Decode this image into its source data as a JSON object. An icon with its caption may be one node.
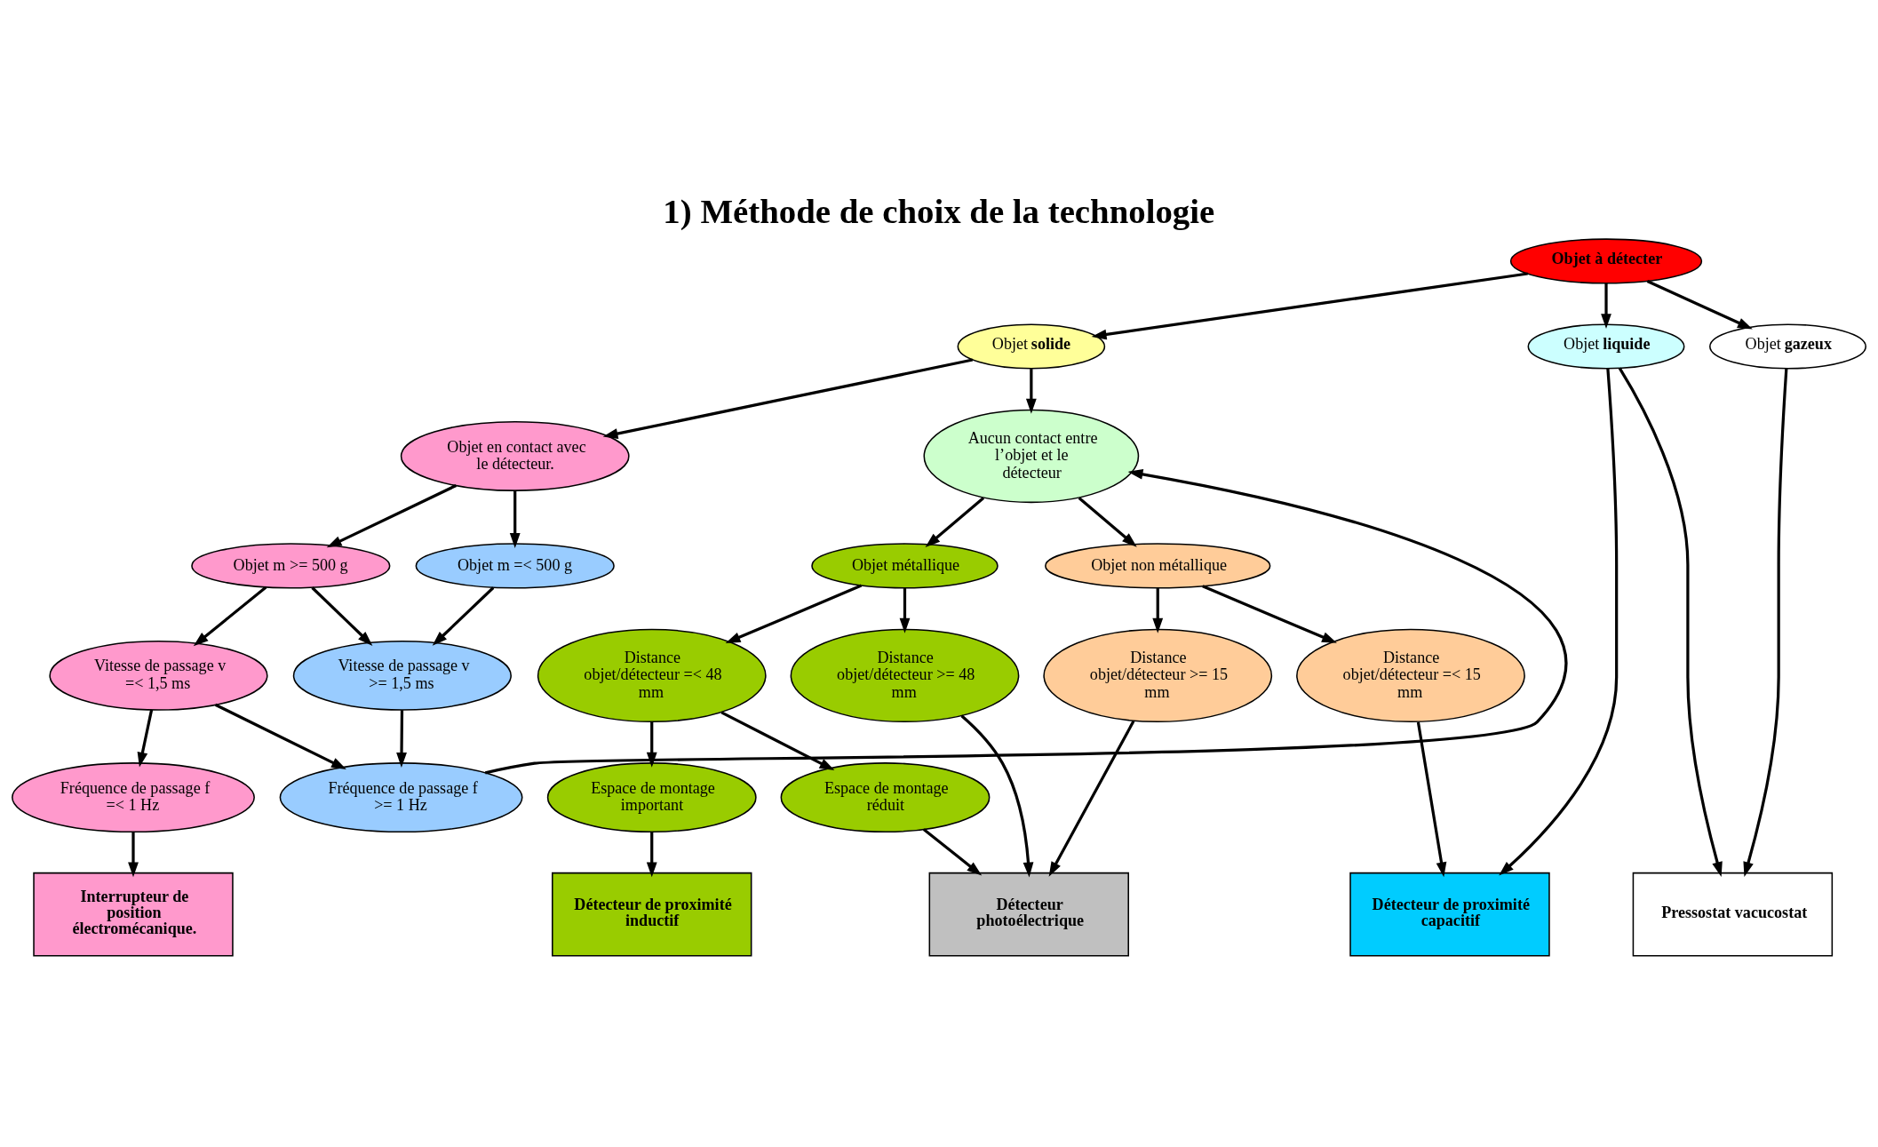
{
  "diagram": {
    "title": "1) Méthode de choix de la technologie",
    "nodes": [
      {
        "text": [
          "Objet à détecter"
        ]
      },
      {
        "text": [
          "Objet **solide**"
        ]
      },
      {
        "text": [
          "Objet **liquide**"
        ]
      },
      {
        "text": [
          "Objet **gazeux**"
        ]
      },
      {
        "text": [
          "Objet en contact avec le détecteur."
        ]
      },
      {
        "text": [
          "Aucun contact entre l’objet et le détecteur"
        ]
      },
      {
        "text": [
          "Objet m >= 500 g"
        ]
      },
      {
        "text": [
          "Objet m =< 500 g"
        ]
      },
      {
        "text": [
          "Objet métallique"
        ]
      },
      {
        "text": [
          "Objet non métallique"
        ]
      },
      {
        "text": [
          "Vitesse de passage v =< 1,5 ms"
        ]
      },
      {
        "text": [
          "Vitesse de passage v >= 1,5 ms"
        ]
      },
      {
        "text": [
          "Distance objet/détecteur =< 48 mm"
        ]
      },
      {
        "text": [
          "Distance objet/détecteur >= 48 mm"
        ]
      },
      {
        "text": [
          "Distance objet/détecteur >= 15 mm"
        ]
      },
      {
        "text": [
          "Distance objet/détecteur =< 15 mm"
        ]
      },
      {
        "text": [
          "Fréquence de passage f =< 1 Hz"
        ]
      },
      {
        "text": [
          "Fréquence de passage f >= 1 Hz"
        ]
      },
      {
        "text": [
          "Espace de montage important"
        ]
      },
      {
        "text": [
          "Espace de montage réduit"
        ]
      },
      {
        "text": [
          "Interrupteur de position électromécanique."
        ]
      },
      {
        "text": [
          "Détecteur de proximité inductif"
        ]
      },
      {
        "text": [
          "Détecteur photoélectrique"
        ]
      },
      {
        "text": [
          "Détecteur de proximité capacitif"
        ]
      },
      {
        "text": [
          "Pressostat vacucostat"
        ]
      }
    ],
    "edges": [
      {
        "from": 0,
        "to": 1,
        "arrow": "to"
      },
      {
        "from": 0,
        "to": 2,
        "arrow": "to"
      },
      {
        "from": 0,
        "to": 3,
        "arrow": "to"
      },
      {
        "from": 1,
        "to": 4,
        "arrow": "to"
      },
      {
        "from": 1,
        "to": 5,
        "arrow": "to"
      },
      {
        "from": 4,
        "to": 6,
        "arrow": "to"
      },
      {
        "from": 4,
        "to": 7,
        "arrow": "to"
      },
      {
        "from": 5,
        "to": 8,
        "arrow": "to"
      },
      {
        "from": 5,
        "to": 9,
        "arrow": "to"
      },
      {
        "from": 6,
        "to": 10,
        "arrow": "to"
      },
      {
        "from": 6,
        "to": 11,
        "arrow": "to"
      },
      {
        "from": 7,
        "to": 11,
        "arrow": "to"
      },
      {
        "from": 8,
        "to": 12,
        "arrow": "to"
      },
      {
        "from": 8,
        "to": 13,
        "arrow": "to"
      },
      {
        "from": 9,
        "to": 14,
        "arrow": "to"
      },
      {
        "from": 9,
        "to": 15,
        "arrow": "to"
      },
      {
        "from": 10,
        "to": 16,
        "arrow": "to"
      },
      {
        "from": 10,
        "to": 17,
        "arrow": "to"
      },
      {
        "from": 11,
        "to": 17,
        "arrow": "to"
      },
      {
        "from": 12,
        "to": 18,
        "arrow": "to"
      },
      {
        "from": 12,
        "to": 19,
        "arrow": "to"
      },
      {
        "from": 16,
        "to": 20,
        "arrow": "to"
      },
      {
        "from": 17,
        "to": 5,
        "arrow": "to"
      },
      {
        "from": 18,
        "to": 21,
        "arrow": "to"
      },
      {
        "from": 19,
        "to": 22,
        "arrow": "to"
      },
      {
        "from": 13,
        "to": 22,
        "arrow": "to"
      },
      {
        "from": 14,
        "to": 22,
        "arrow": "to"
      },
      {
        "from": 15,
        "to": 23,
        "arrow": "to"
      },
      {
        "from": 2,
        "to": 23,
        "arrow": "to"
      },
      {
        "from": 2,
        "to": 24,
        "arrow": "to"
      },
      {
        "from": 3,
        "to": 24,
        "arrow": "to"
      }
    ]
  }
}
